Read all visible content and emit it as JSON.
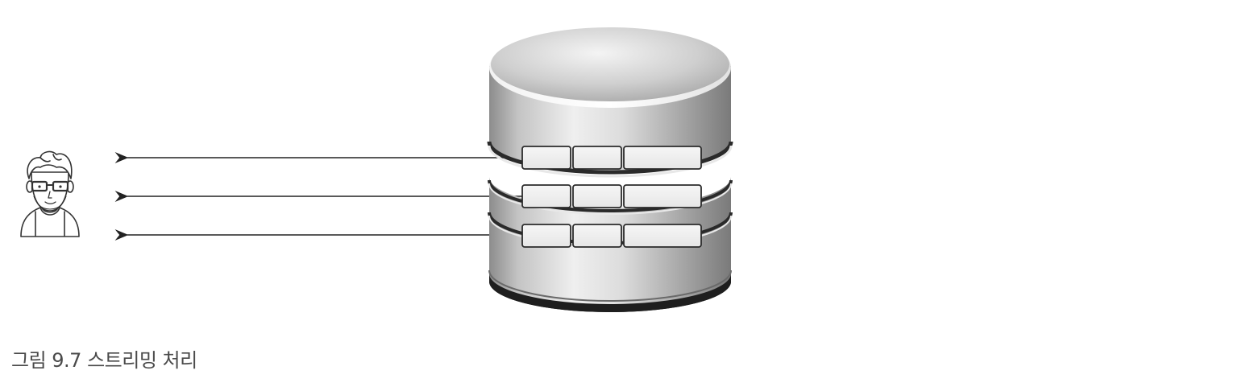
{
  "caption": "그림 9.7 스트리밍 처리",
  "diagram": {
    "database_icon": "database-cylinder-icon",
    "user_icon": "user-avatar-icon",
    "record_rows": 3,
    "fields_per_record": 3,
    "arrow_direction": "database-to-user"
  }
}
